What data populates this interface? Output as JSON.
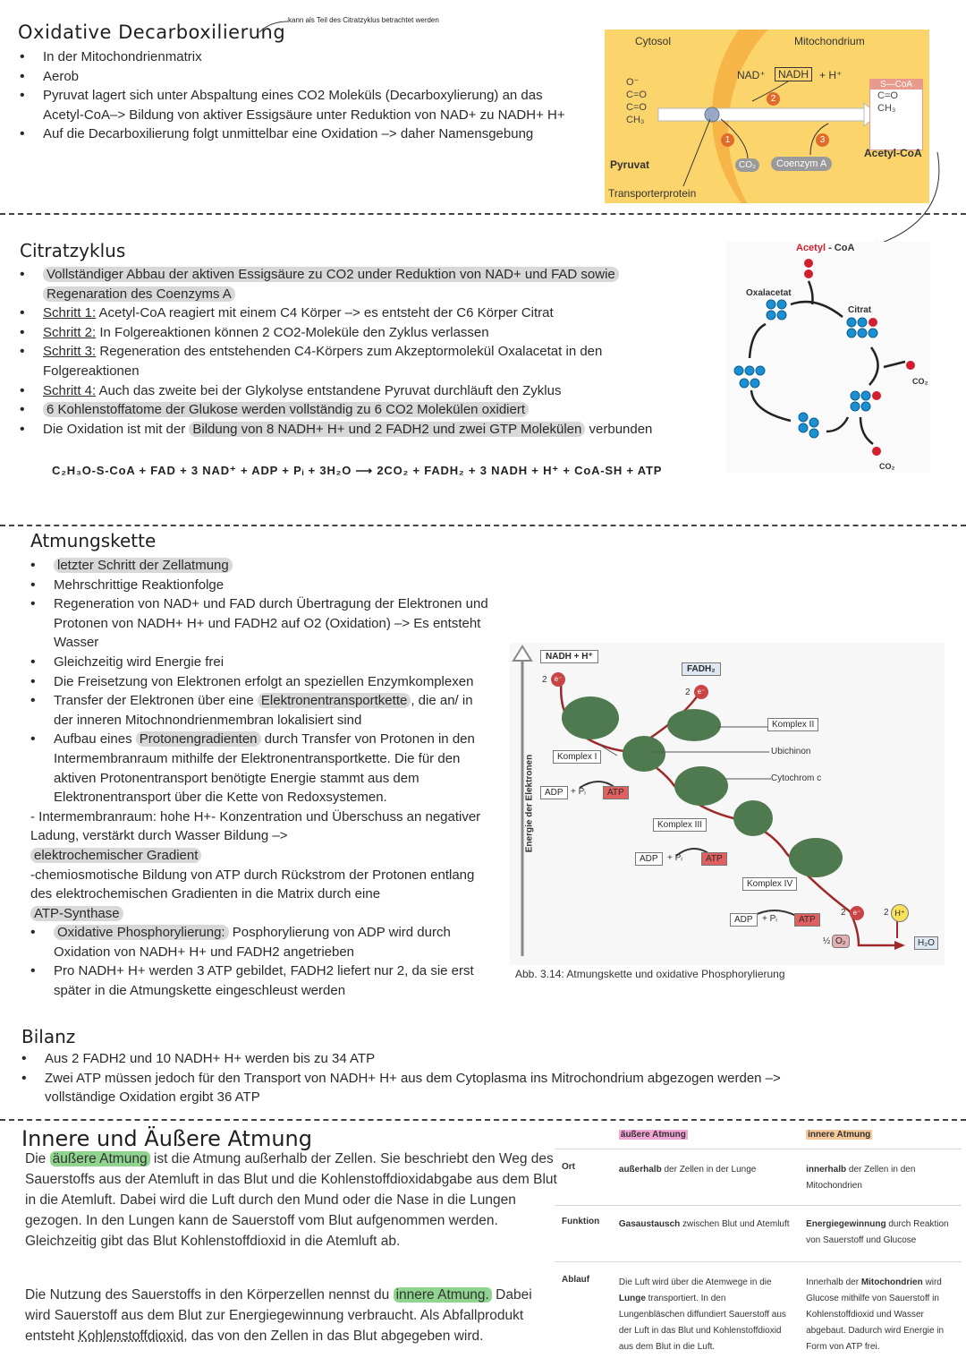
{
  "section1": {
    "title": "Oxidative Decarboxilierung",
    "note": "kann als Teil des Citratzyklus betrachtet werden",
    "bullets": [
      "In der Mitochondrienmatrix",
      "Aerob",
      "Pyruvat lagert sich unter Abspaltung eines CO2 Moleküls (Decarboxylierung) an das Acetyl-CoA–> Bildung von aktiver Essigsäure unter Reduktion von NAD+ zu NADH+ H+",
      "Auf die Decarboxilierung folgt unmittelbar eine Oxidation –> daher Namensgebung"
    ],
    "figure": {
      "cytosol": "Cytosol",
      "mitochondrium": "Mitochondrium",
      "nad": "NAD⁺",
      "nadh": "NADH",
      "hplus": "+ H⁺",
      "pyruvat": "Pyruvat",
      "co2": "CO₂",
      "coenzym": "Coenzym A",
      "acetyl": "Acetyl-CoA",
      "transporter": "Transporterprotein",
      "scoa": "S—CoA",
      "n1": "1",
      "n2": "2",
      "n3": "3"
    }
  },
  "section2": {
    "title": "Citratzyklus",
    "b1": "Vollständiger Abbau der aktiven Essigsäure zu CO2 under Reduktion von NAD+ und FAD sowie",
    "b1b": "Regenaration des Coenzyms A",
    "s1_label": "Schritt 1:",
    "s1_text": " Acetyl-CoA reagiert mit einem C4 Körper –> es entsteht der C6 Körper Citrat",
    "s2_label": "Schritt 2:",
    "s2_text": " In Folgereaktionen können 2 CO2-Moleküle den Zyklus verlassen",
    "s3_label": "Schritt 3:",
    "s3_text": " Regeneration des entstehenden C4-Körpers zum Akzeptormolekül Oxalacetat in den Folgereaktionen",
    "s4_label": "Schritt 4:",
    "s4_text": " Auch das zweite bei der Glykolyse entstandene Pyruvat durchläuft den Zyklus",
    "b6": "6 Kohlenstoffatome der Glukose werden vollständig zu 6 CO2 Molekülen oxidiert",
    "b7a": "Die Oxidation ist mit der ",
    "b7b": "Bildung von 8 NADH+ H+ und 2 FADH2 und zwei GTP Molekülen",
    "b7c": " verbunden",
    "equation": "C₂H₃O-S-CoA + FAD + 3 NAD⁺ + ADP + Pᵢ + 3H₂O ⟶ 2CO₂ + FADH₂ + 3 NADH + H⁺ + CoA-SH + ATP",
    "figure": {
      "acetyl_a": "Acetyl",
      "acetyl_b": " - CoA",
      "oxalacetat": "Oxalacetat",
      "citrat": "Citrat",
      "co2a": "CO₂",
      "co2b": "CO₂"
    }
  },
  "section3": {
    "title": "Atmungskette",
    "b1": "letzter Schritt der Zellatmung",
    "b2": "Mehrschrittige Reaktionfolge",
    "b3": "Regeneration von NAD+ und FAD durch Übertragung der Elektronen und Protonen von NADH+ H+ und FADH2 auf O2 (Oxidation) –> Es entsteht Wasser",
    "b4": "Gleichzeitig wird Energie frei",
    "b5": "Die Freisetzung von Elektronen erfolgt an speziellen Enzymkomplexen",
    "b6a": "Transfer der Elektronen über eine ",
    "b6b": "Elektronentransportkette",
    "b6c": ", die an/ in der inneren Mitochnondrienmembran lokalisiert sind",
    "b7a": "Aufbau eines ",
    "b7b": "Protonengradienten",
    "b7c": " durch Transfer von Protonen in den Intermembranraum mithilfe der Elektronentransportkette. Die für den aktiven Protonentransport benötigte Energie stammt aus dem Elektronentransport über die Kette von Redoxsystemen.",
    "sub1": "- Intermembranraum: hohe H+- Konzentration und Überschuss an negativer Ladung, verstärkt durch Wasser Bildung –>",
    "sub1b": "elektrochemischer Gradient",
    "sub2": "-chemiosmotische Bildung von ATP durch Rückstrom der Protonen entlang des elektrochemischen Gradienten in die Matrix durch eine",
    "sub2b": "ATP-Synthase",
    "b8a": "Oxidative Phosphorylierung:",
    "b8b": " Posphorylierung von ADP wird durch Oxidation von NADH+ H+ und FADH2 angetrieben",
    "b9": "Pro NADH+ H+ werden 3 ATP gebildet, FADH2 liefert nur 2, da sie erst später in die Atmungskette eingeschleust werden",
    "bilanz": "Bilanz",
    "bil1": "Aus 2  FADH2 und 10 NADH+ H+ werden bis zu 34 ATP",
    "bil2": "Zwei ATP müssen jedoch für den Transport von NADH+ H+ aus dem Cytoplasma ins Mitrochondrium abgezogen werden –> vollständige Oxidation ergibt 36 ATP",
    "figure": {
      "nadh": "NADH + H⁺",
      "fadh": "FADH₂",
      "two": "2",
      "e": "e⁻",
      "k1": "Komplex I",
      "k2": "Komplex II",
      "k3": "Komplex III",
      "k4": "Komplex IV",
      "ubi": "Ubichinon",
      "cyt": "Cytochrom c",
      "adp": "ADP",
      "pi": "+ Pᵢ",
      "atp": "ATP",
      "yaxis": "Energie der Elektronen",
      "half": "½",
      "o2": "O₂",
      "h2o": "H₂O",
      "hplus": "H⁺",
      "caption": "Abb. 3.14: Atmungskette und oxidative Phosphorylierung"
    }
  },
  "section4": {
    "title": "Innere und Äußere Atmung",
    "p1a": "Die ",
    "p1b": "äußere Atmung",
    "p1c": " ist die Atmung außerhalb der Zellen. Sie beschriebt den Weg des Sauerstoffs aus der Atemluft in das Blut und die Kohlenstoffdioxidabgabe aus dem Blut in die Atemluft. Dabei wird die Luft durch den Mund oder die Nase in die Lungen gezogen. In den Lungen kann de Sauerstoff vom Blut aufgenommen werden. Gleichzeitig gibt das Blut Kohlenstoffdioxid in die Atemluft ab.",
    "p2a": "Die Nutzung des Sauerstoffs in den Körperzellen nennst du ",
    "p2b": "innere Atmung.",
    "p2c": " Dabei wird Sauerstoff aus dem Blut zur Energiegewinnung verbraucht. Als Abfallprodukt entsteht ",
    "p2d": "Kohlenstoffdioxid",
    "p2e": ", das von den Zellen in das Blut abgegeben wird.",
    "table": {
      "h1": "äußere Atmung",
      "h2": "innere Atmung",
      "r1": {
        "label": "Ort",
        "a_b": "außerhalb",
        "a": " der Zellen in der Lunge",
        "b_b": "innerhalb",
        "b": " der Zellen in den Mitochondrien"
      },
      "r2": {
        "label": "Funktion",
        "a_b": "Gasaustausch",
        "a": " zwischen Blut und Atemluft",
        "b_b": "Energiegewinnung",
        "b": " durch Reaktion von Sauerstoff und Glucose"
      },
      "r3": {
        "label": "Ablauf",
        "a1": "Die Luft wird über die Atemwege in die ",
        "a_b": "Lunge",
        "a2": " transportiert. In den Lungenbläschen diffundiert Sauerstoff aus der Luft in das Blut und Kohlenstoffdioxid aus dem Blut in die Luft.",
        "b1": "Innerhalb der ",
        "b_b": "Mitochondrien",
        "b2": " wird Glucose mithilfe von Sauerstoff in Kohlenstoffdioxid und Wasser abgebaut. Dadurch wird Energie in Form von ATP frei."
      }
    }
  }
}
